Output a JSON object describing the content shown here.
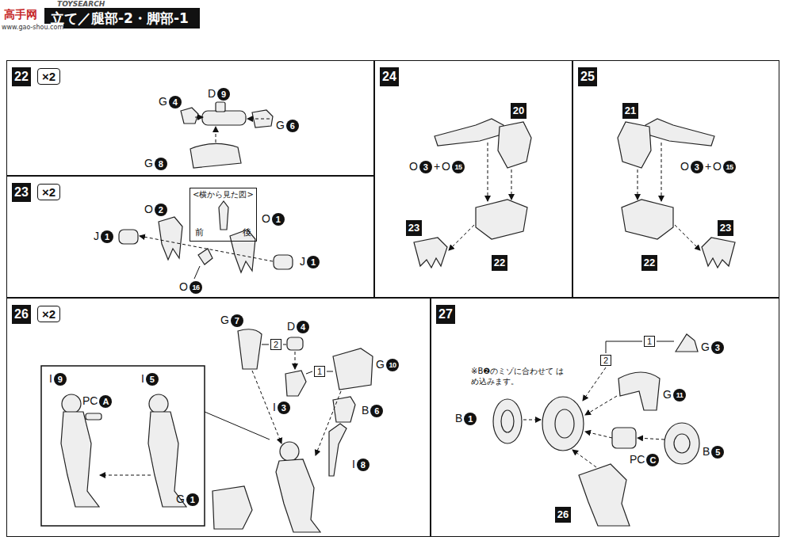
{
  "diagram": {
    "title": "立て／腿部-2・脚部-1",
    "nodes": [
      {
        "text": [
          "22",
          "×2"
        ]
      },
      {
        "text": [
          "23",
          "×2"
        ]
      },
      {
        "text": [
          "<横から見た図>",
          "前",
          "後"
        ],
        "in": 1
      },
      {
        "text": [
          "24"
        ]
      },
      {
        "text": [
          "25"
        ]
      },
      {
        "text": [
          "26",
          "×2"
        ]
      },
      {
        "text": [
          "27"
        ]
      }
    ],
    "labels": [
      "TOYSEARCH",
      "高手网",
      "www.gao-shou.com",
      "D",
      "9",
      "G",
      "4",
      "G",
      "6",
      "G",
      "8",
      "J",
      "1",
      "O",
      "2",
      "O",
      "16",
      "O",
      "1",
      "J",
      "1",
      "20",
      "O",
      "3",
      "+",
      "O",
      "15",
      "23",
      "22",
      "21",
      "O",
      "3",
      "+",
      "O",
      "15",
      "22",
      "23",
      "I",
      "9",
      "PC",
      "A",
      "I",
      "5",
      "G",
      "7",
      "D",
      "4",
      "2",
      "1",
      "G",
      "10",
      "I",
      "3",
      "B",
      "6",
      "I",
      "8",
      "G",
      "1",
      "※B❷のミゾに合わせて はめ込みます。",
      "B",
      "1",
      "2",
      "1",
      "G",
      "3",
      "G",
      "11",
      "B",
      "5",
      "PC",
      "C",
      "26"
    ]
  }
}
